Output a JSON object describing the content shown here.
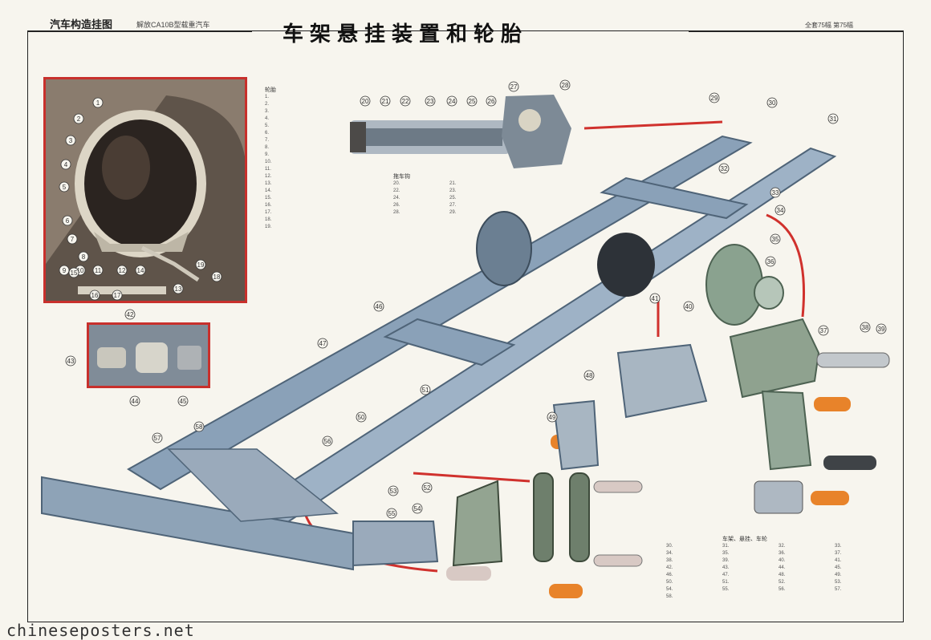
{
  "header": {
    "series": "汽车构造挂图",
    "model": "解放CA10B型载重汽车",
    "title": "车架悬挂装置和轮胎",
    "right": "全套75幅  第75幅"
  },
  "watermark": "chineseposters.net",
  "colors": {
    "frame_blue": "#8aa1b8",
    "frame_dark": "#4f6478",
    "red_arrow": "#d0312d",
    "inset_border": "#c8302c",
    "bushing_orange": "#e8832a"
  },
  "callouts": [
    "1",
    "2",
    "3",
    "4",
    "5",
    "6",
    "7",
    "8",
    "9",
    "10",
    "11",
    "12",
    "13",
    "14",
    "15",
    "16",
    "17",
    "18",
    "19",
    "20",
    "21",
    "22",
    "23",
    "24",
    "25",
    "26",
    "27",
    "28",
    "29",
    "30",
    "31",
    "32",
    "33",
    "34",
    "35",
    "36",
    "37",
    "38",
    "39",
    "40",
    "41",
    "42",
    "43",
    "44",
    "45",
    "46",
    "47",
    "48",
    "49",
    "50",
    "51",
    "52",
    "53",
    "54",
    "55",
    "56",
    "57",
    "58"
  ],
  "legends": {
    "top": {
      "heading": "轮胎",
      "items": [
        "1.",
        "2.",
        "3.",
        "4.",
        "5.",
        "6.",
        "7.",
        "8.",
        "9.",
        "10.",
        "11.",
        "12.",
        "13.",
        "14.",
        "15.",
        "16.",
        "17.",
        "18.",
        "19."
      ]
    },
    "middle": {
      "heading": "拖车钩",
      "items": [
        "20.",
        "21.",
        "22.",
        "23.",
        "24.",
        "25.",
        "26.",
        "27.",
        "28.",
        "29."
      ]
    },
    "bottom": {
      "heading": "车架、悬挂、车轮",
      "items": [
        "30.",
        "31.",
        "32.",
        "33.",
        "34.",
        "35.",
        "36.",
        "37.",
        "38.",
        "39.",
        "40.",
        "41.",
        "42.",
        "43.",
        "44.",
        "45.",
        "46.",
        "47.",
        "48.",
        "49.",
        "50.",
        "51.",
        "52.",
        "53.",
        "54.",
        "55.",
        "56.",
        "57.",
        "58."
      ]
    }
  }
}
